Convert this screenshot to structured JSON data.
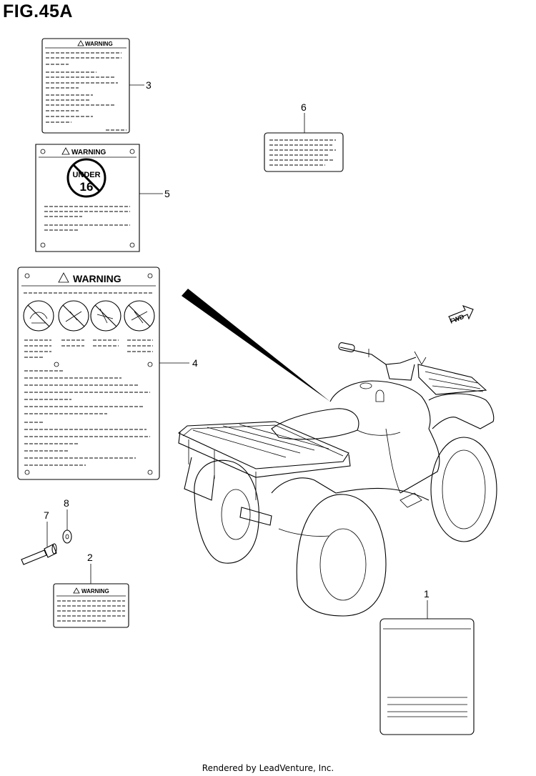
{
  "title": "FIG.45A",
  "footer": "Rendered by LeadVenture, Inc.",
  "labels": {
    "warning": "WARNING",
    "under": "UNDER",
    "age": "16",
    "fwd": "FWD"
  },
  "callouts": [
    "1",
    "2",
    "3",
    "4",
    "5",
    "6",
    "7",
    "8"
  ]
}
